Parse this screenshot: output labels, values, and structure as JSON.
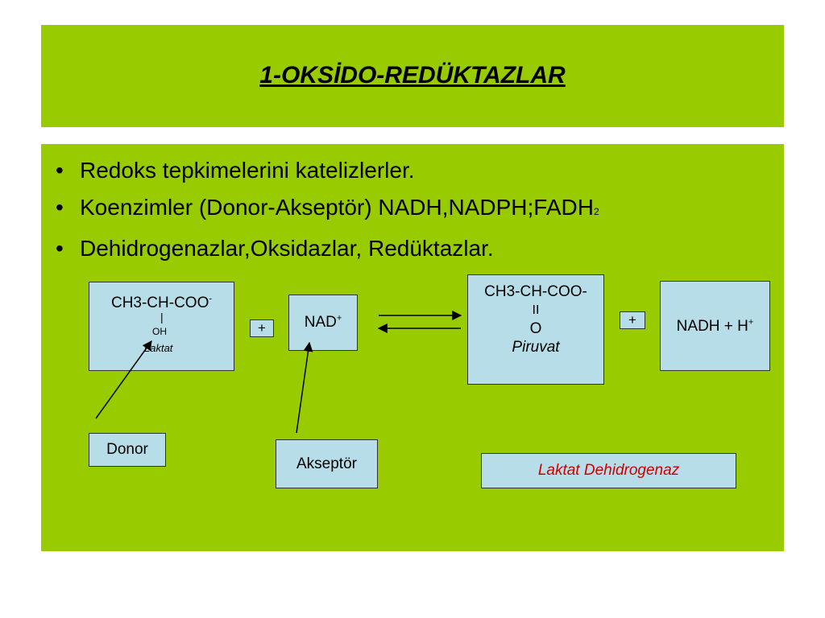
{
  "title": "1-OKSİDO-REDÜKTAZLAR",
  "bullets": [
    "Redoks tepkimelerini katelizlerler.",
    "Koenzimler (Donor-Akseptör) NADH,NADPH;FADH",
    "Dehidrogenazlar,Oksidazlar, Redüktazlar."
  ],
  "bullet_symbol": "•",
  "fadh_subscript": "2",
  "diagram": {
    "laktat": {
      "formula": "CH3-CH-COO",
      "charge": "-",
      "bond": "|",
      "group": "OH",
      "name": "Laktat"
    },
    "plus1": "+",
    "nad": {
      "text": "NAD",
      "charge": "+"
    },
    "piruvat": {
      "formula": "CH3-CH-COO-",
      "bond": "II",
      "group": "O",
      "name": "Piruvat"
    },
    "plus2": "+",
    "nadh": {
      "text": "NADH + H",
      "charge": "+"
    },
    "donor": "Donor",
    "akseptor": "Akseptör",
    "enzyme": "Laktat Dehidrogenaz"
  },
  "colors": {
    "panel": "#99cc00",
    "box": "#b7dee8",
    "enzyme_text": "#cc0000"
  }
}
